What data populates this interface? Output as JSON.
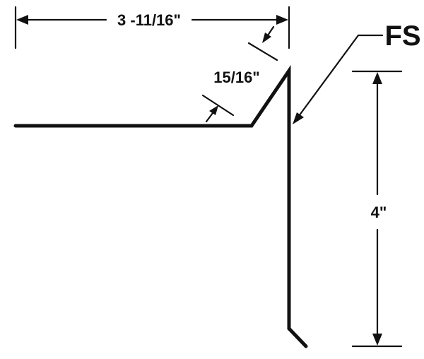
{
  "diagram": {
    "part_label": "FS",
    "dimensions": {
      "overall_width": "3 -11/16\"",
      "hem_length": "15/16\"",
      "face_height": "4\""
    }
  }
}
